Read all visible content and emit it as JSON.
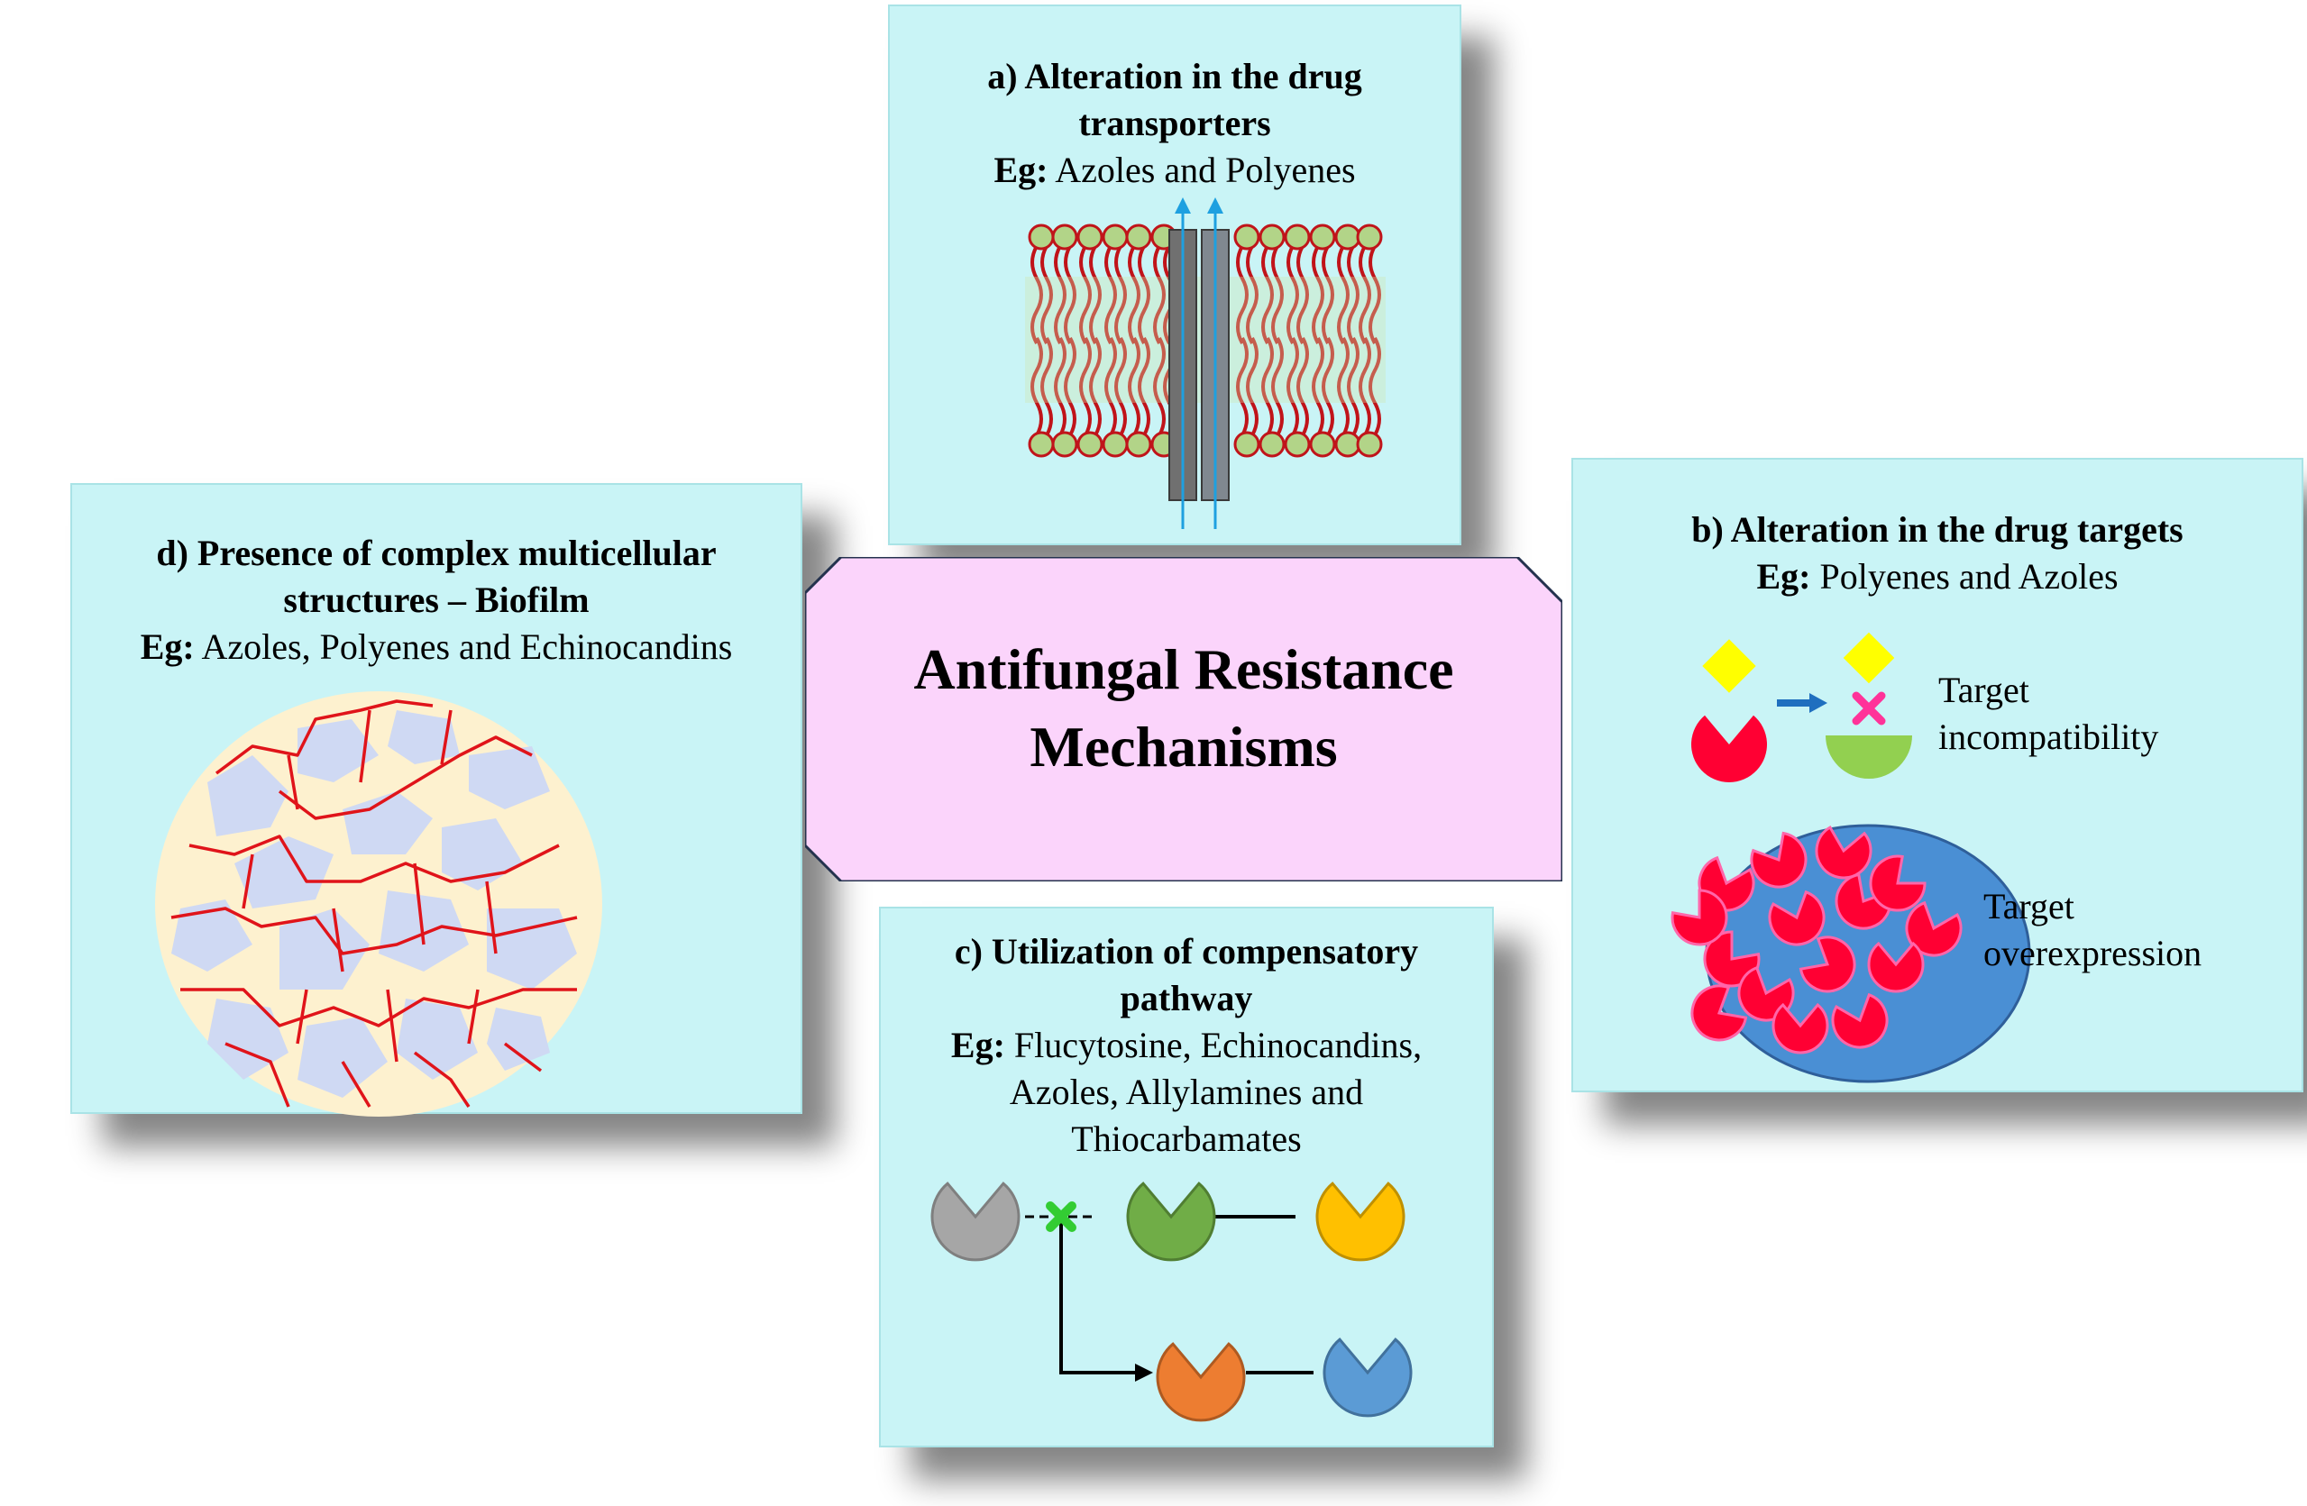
{
  "center": {
    "title_line1": "Antifungal Resistance",
    "title_line2": "Mechanisms"
  },
  "panel_a": {
    "title_line1": "a)   Alteration in the drug",
    "title_line2": "transporters",
    "eg_prefix": "Eg:",
    "eg_text": " Azoles and Polyenes"
  },
  "panel_b": {
    "title": "b) Alteration in the drug targets",
    "eg_prefix": "Eg:",
    "eg_text": " Polyenes and Azoles",
    "label_incompat_1": "Target",
    "label_incompat_2": "incompatibility",
    "label_over_1": "Target",
    "label_over_2": "overexpression"
  },
  "panel_c": {
    "title_line1": "c) Utilization of compensatory",
    "title_line2": "pathway",
    "eg_prefix": "Eg:",
    "eg_line1": " Flucytosine, Echinocandins,",
    "eg_line2": "Azoles, Allylamines and",
    "eg_line3": "Thiocarbamates"
  },
  "panel_d": {
    "title_line1": "d) Presence of complex multicellular",
    "title_line2": "structures – Biofilm",
    "eg_prefix": "Eg:",
    "eg_text": " Azoles, Polyenes and Echinocandins"
  },
  "colors": {
    "panel_bg": "#c9f4f6",
    "center_bg": "#fbd4fb",
    "lipid_head": "#b2d488",
    "lipid_tail": "#c0141a",
    "transporter": "#7f7f7f",
    "arrow": "#1ea0e0",
    "ligand": "#ffff00",
    "target_red": "#ff0033",
    "target_green": "#92d050",
    "cross": "#ff3399",
    "cell_blue": "#4a8fd4",
    "path_gray": "#a6a6a6",
    "path_green": "#70ad47",
    "path_yellow": "#ffc000",
    "path_orange": "#ed7d31",
    "path_blue": "#5b9bd5",
    "cross_green": "#33cc33",
    "biofilm_bg": "#fdf1cf",
    "biofilm_cell": "#cfd9f3",
    "biofilm_line": "#e0141a"
  }
}
